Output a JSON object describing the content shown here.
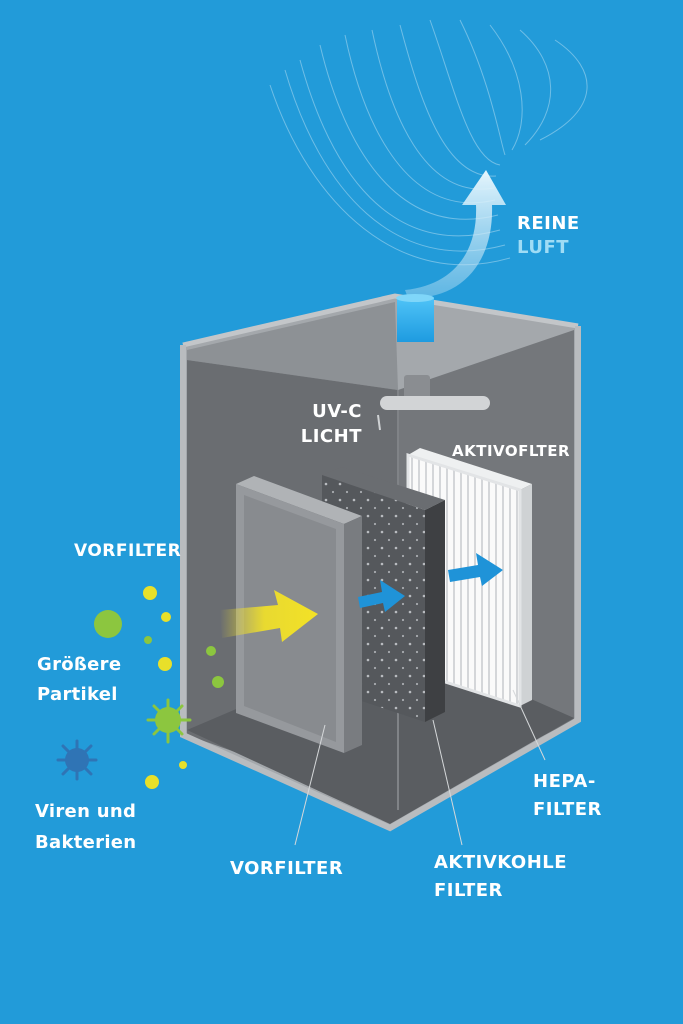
{
  "labels": {
    "reine_luft": {
      "line1": "REINE",
      "line2": "LUFT"
    },
    "uvc_licht": {
      "line1": "UV-C",
      "line2": "LICHT"
    },
    "aktivofilter": "AKTIVOFLTER",
    "vorfilter_side": "VORFILTER",
    "groessere_partikel": {
      "line1": "Größere",
      "line2": "Partikel"
    },
    "viren_bakterien": {
      "line1": "Viren und",
      "line2": "Bakterien"
    },
    "vorfilter_bottom": "VORFILTER",
    "aktivkohle_filter": {
      "line1": "AKTIVKOHLE",
      "line2": "FILTER"
    },
    "hepa_filter": {
      "line1": "HEPA-",
      "line2": "FILTER"
    }
  },
  "icons": [
    "airflow-swirl-icon",
    "up-arrow-icon",
    "uv-lamp-icon",
    "yellow-arrow-icon",
    "blue-arrow-icon",
    "virus-icon",
    "bacteria-icon"
  ],
  "colors": {
    "background": "#229bd9",
    "housing_light": "#8c8f93",
    "housing_dark": "#5f6266",
    "label_white": "#ffffff",
    "label_light_blue": "#9fdcf5",
    "yellow_arrow": "#f3e226",
    "blue_arrow": "#1f93d8",
    "particle_green": "#8cc63f",
    "particle_yellow": "#e8e02a",
    "virus_dark_blue": "#2f74b5"
  }
}
